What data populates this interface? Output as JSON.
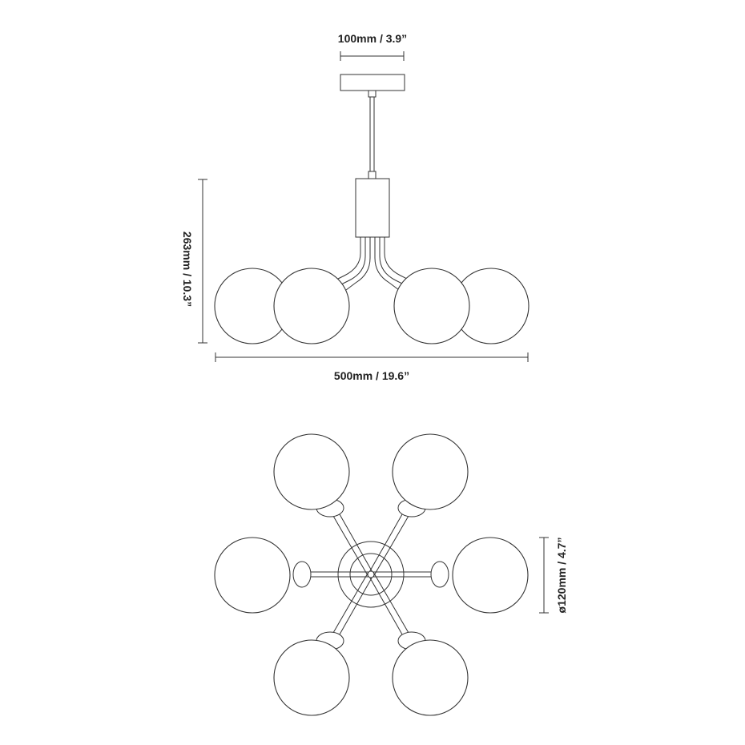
{
  "dimensions": {
    "canopy_width": "100mm / 3.9”",
    "height": "263mm / 10.3”",
    "overall_width": "500mm / 19.6”",
    "globe_diameter": "ø120mm / 4.7”"
  },
  "colors": {
    "line": "#333333",
    "text": "#222222",
    "background": "#ffffff"
  }
}
